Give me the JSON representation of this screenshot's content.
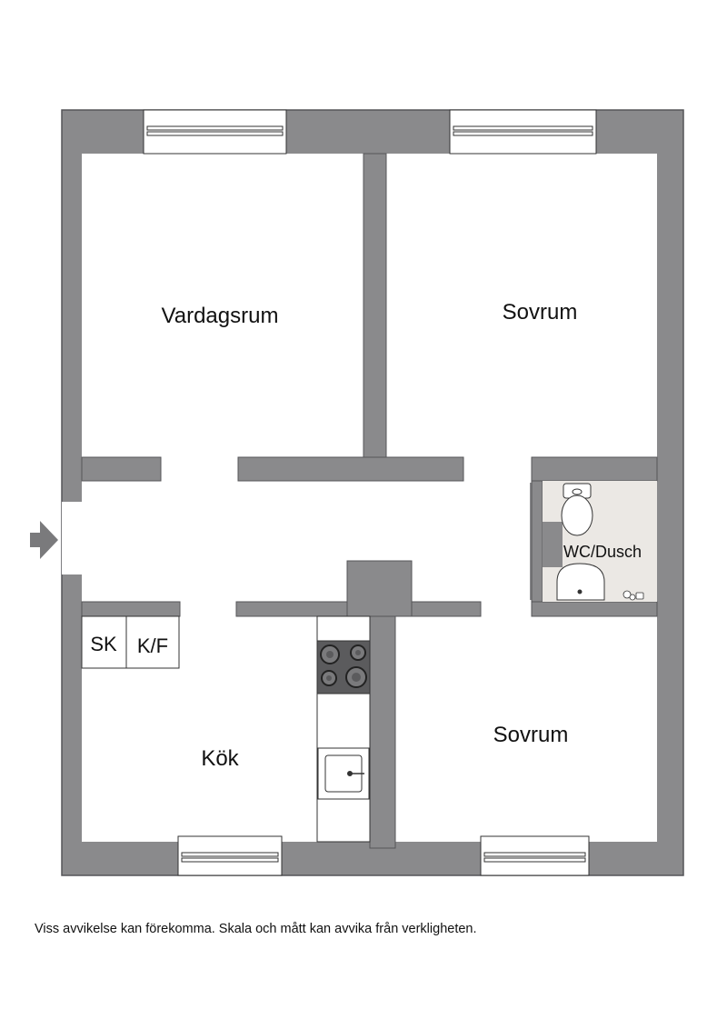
{
  "plan": {
    "rooms": {
      "living_room": "Vardagsrum",
      "bedroom_north": "Sovrum",
      "bedroom_south": "Sovrum",
      "kitchen": "Kök",
      "bathroom": "WC/Dusch",
      "cabinet_sk": "SK",
      "cabinet_kf": "K/F"
    },
    "entrance_icon": "arrow-right-icon",
    "colors": {
      "wall": "#8a8a8c",
      "wall_stroke": "#555558",
      "floor": "#ffffff",
      "bathroom_floor": "#ebe8e4",
      "stove": "#5b5b5d"
    }
  },
  "footer": {
    "disclaimer": "Viss avvikelse kan förekomma. Skala och mått kan avvika från verkligheten."
  }
}
